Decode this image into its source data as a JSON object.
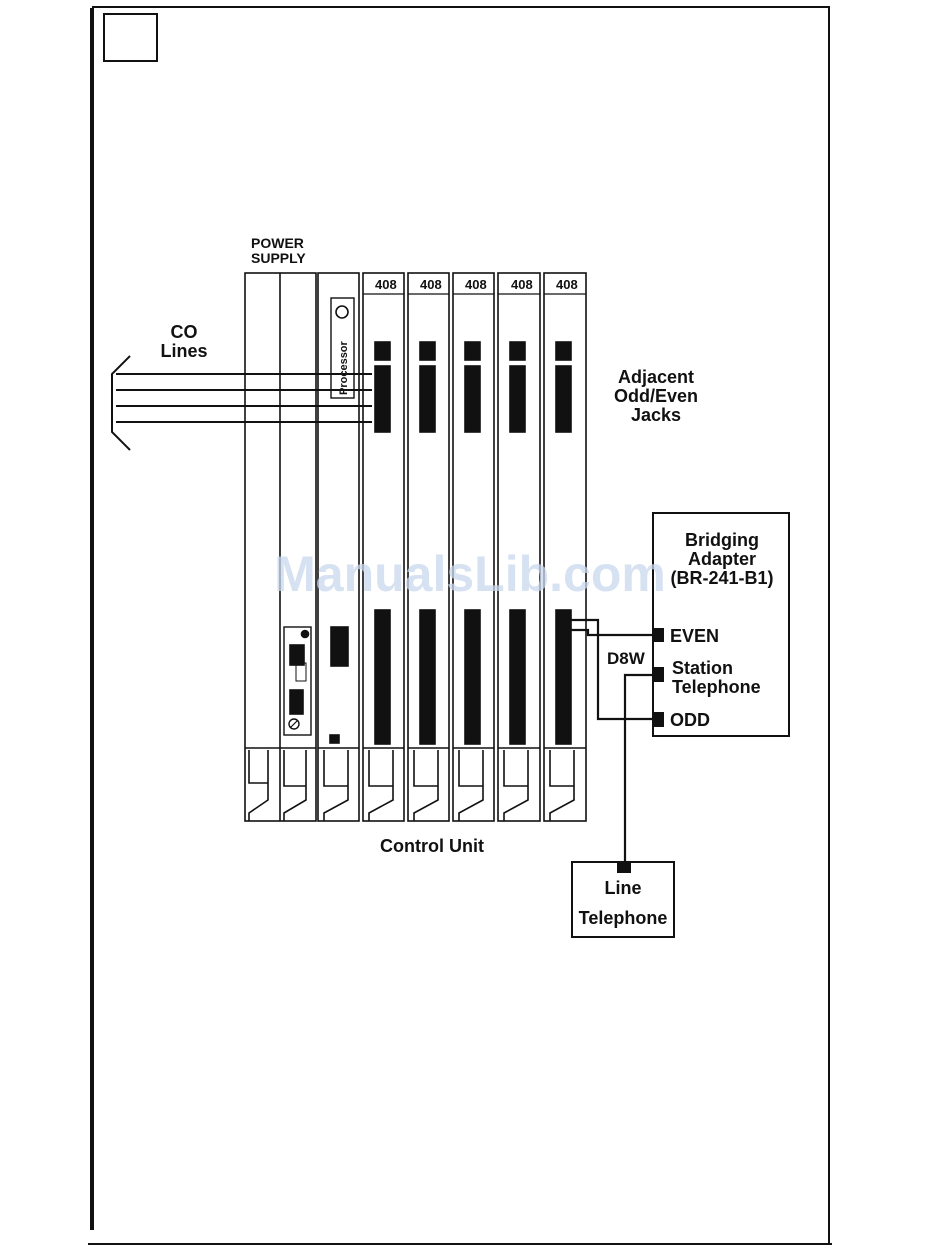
{
  "labels": {
    "power_supply_line1": "POWER",
    "power_supply_line2": "SUPPLY",
    "co_line1": "CO",
    "co_line2": "Lines",
    "processor": "Processor",
    "module_label": "408",
    "adjacent_line1": "Adjacent",
    "adjacent_line2": "Odd/Even",
    "adjacent_line3": "Jacks",
    "bridging_line1": "Bridging",
    "bridging_line2": "Adapter",
    "bridging_line3": "(BR-241-B1)",
    "even": "EVEN",
    "station_line1": "Station",
    "station_line2": "Telephone",
    "odd": "ODD",
    "d8w": "D8W",
    "control_unit": "Control Unit",
    "line_tel_line1": "Line",
    "line_tel_line2": "Telephone"
  },
  "watermark": "ManualsLib.com",
  "colors": {
    "ink": "#111111",
    "watermark": "#c9d9ee",
    "page": "#ffffff"
  }
}
